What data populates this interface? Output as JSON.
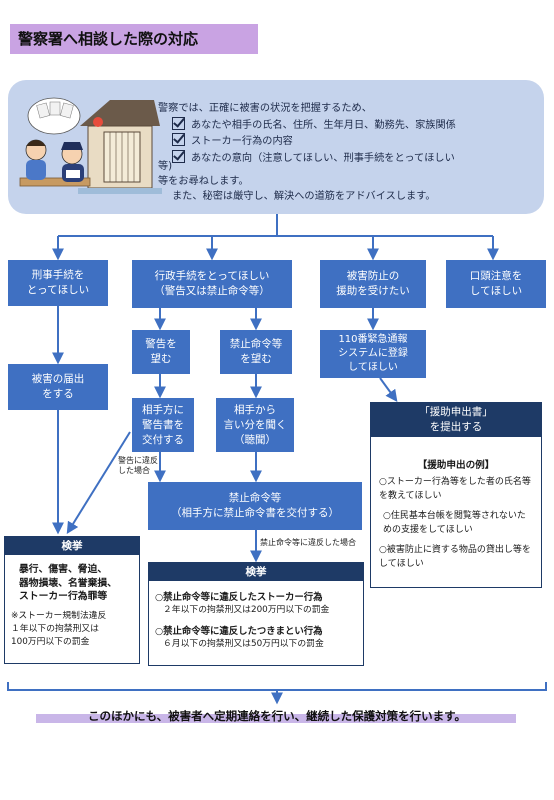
{
  "title": "警察署へ相談した際の対応",
  "intro": {
    "lead": "警察では、正確に被害の状況を把握するため、",
    "checks": [
      "あなたや相手の氏名、住所、生年月日、勤務先、家族関係",
      "ストーカー行為の内容",
      "あなたの意向（注意してほしい、刑事手続をとってほしい"
    ],
    "cont": "等)",
    "ask": "等をお尋ねします。",
    "secret": "また、秘密は厳守し、解決への道筋をアドバイスします。"
  },
  "branches": {
    "criminal": "刑事手続を\nとってほしい",
    "admin": "行政手続をとってほしい\n（警告又は禁止命令等）",
    "prevention": "被害防止の\n援助を受けたい",
    "verbal": "口頭注意を\nしてほしい"
  },
  "criminal_flow": {
    "report": "被害の届出\nをする",
    "arrest_head": "検挙",
    "arrest_body": "暴行、傷害、脅迫、\n器物損壊、名誉棄損、\nストーカー行為罪等",
    "arrest_note": "※ストーカー規制法違反\n１年以下の拘禁刑又は\n100万円以下の罰金"
  },
  "admin_flow": {
    "warn_want": "警告を\n望む",
    "order_want": "禁止命令等\nを望む",
    "warn_issue": "相手方に\n警告書を\n交付する",
    "hearing": "相手から\n言い分を聞く\n（聴聞）",
    "warn_violation": "警告に違反\nした場合",
    "order_issue": "禁止命令等\n（相手方に禁止命令書を交付する）",
    "order_violation": "禁止命令等に違反した場合",
    "arrest_head": "検挙",
    "v1_title": "○禁止命令等に違反したストーカー行為",
    "v1_penalty": "２年以下の拘禁刑又は200万円以下の罰金",
    "v2_title": "○禁止命令等に違反したつきまとい行為",
    "v2_penalty": "６月以下の拘禁刑又は50万円以下の罰金"
  },
  "prevention_flow": {
    "register": "110番緊急通報\nシステムに登録\nしてほしい",
    "submit_head": "「援助申出書」\nを提出する",
    "examples_title": "【援助申出の例】",
    "ex1": "○ストーカー行為等をした者の氏名等を教えてほしい",
    "ex2": "○住民基本台帳を閲覧等されないための支援をしてほしい",
    "ex3": "○被害防止に資する物品の貸出し等をしてほしい"
  },
  "closing": "このほかにも、被害者へ定期連絡を行い、継続した保護対策を行います。",
  "colors": {
    "box": "#3f70c2",
    "navy": "#1e3a66",
    "title_bg": "#c9a3e3",
    "intro_bg": "#c5d3ec"
  },
  "icons": {
    "illustration": "police-consultation-illustration",
    "checkbox": "checkbox-icon"
  }
}
